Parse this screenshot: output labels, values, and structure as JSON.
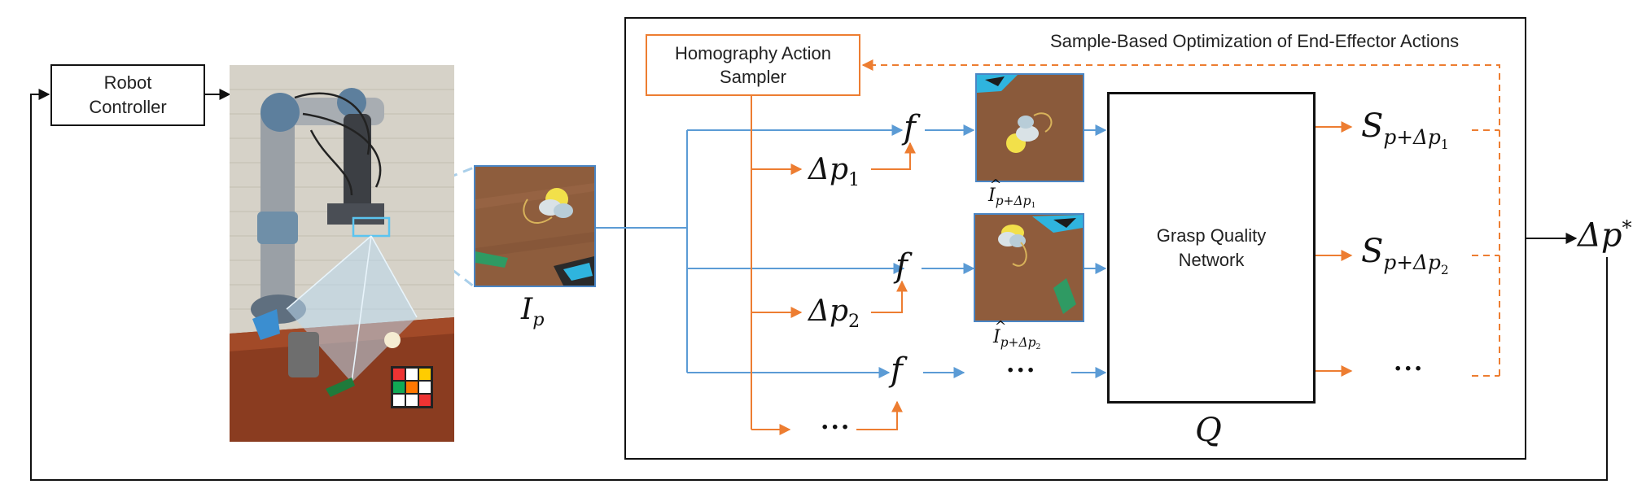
{
  "robot_controller": {
    "line1": "Robot",
    "line2": "Controller"
  },
  "sampler": {
    "line1": "Homography Action",
    "line2": "Sampler"
  },
  "optimization_title": "Sample-Based Optimization of End-Effector Actions",
  "network": {
    "line1": "Grasp Quality",
    "line2": "Network",
    "symbol": "Q"
  },
  "image_label": {
    "base": "I",
    "sub": "p"
  },
  "transform_symbol": "f",
  "ellipsis": "...",
  "deltas": [
    {
      "base": "Δp",
      "sub": "1"
    },
    {
      "base": "Δp",
      "sub": "2"
    }
  ],
  "warped_labels": [
    {
      "base": "I",
      "sub": "p+Δp",
      "subsub": "1"
    },
    {
      "base": "I",
      "sub": "p+Δp",
      "subsub": "2"
    }
  ],
  "scores": [
    {
      "base": "S",
      "sub": "p+Δp",
      "subsub": "1"
    },
    {
      "base": "S",
      "sub": "p+Δp",
      "subsub": "2"
    }
  ],
  "output": {
    "base": "Δp",
    "sup": "*"
  },
  "colors": {
    "blue": "#5b9bd5",
    "orange": "#ed7d31",
    "black": "#111111"
  },
  "icons": [
    "robot-photo",
    "camera-crop-photo",
    "warped-crop-photo-1",
    "warped-crop-photo-2"
  ]
}
